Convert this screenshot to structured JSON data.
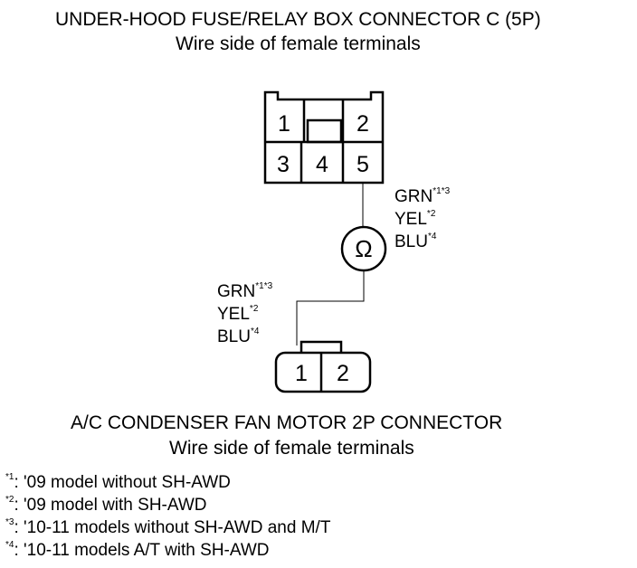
{
  "top_connector": {
    "title": "UNDER-HOOD FUSE/RELAY BOX CONNECTOR C (5P)",
    "subtitle": "Wire side of female terminals",
    "terminals": [
      "1",
      "2",
      "3",
      "4",
      "5"
    ]
  },
  "symbol": "Ω",
  "wire_upper": {
    "lines": [
      {
        "text": "GRN",
        "mark": "*1*3"
      },
      {
        "text": "YEL",
        "mark": "*2"
      },
      {
        "text": "BLU",
        "mark": "*4"
      }
    ]
  },
  "wire_lower": {
    "lines": [
      {
        "text": "GRN",
        "mark": "*1*3"
      },
      {
        "text": "YEL",
        "mark": "*2"
      },
      {
        "text": "BLU",
        "mark": "*4"
      }
    ]
  },
  "bottom_connector": {
    "title": "A/C CONDENSER FAN MOTOR 2P CONNECTOR",
    "subtitle": "Wire side of female terminals",
    "terminals": [
      "1",
      "2"
    ]
  },
  "footnotes": [
    {
      "mark": "*1",
      "text": ": '09 model without SH-AWD"
    },
    {
      "mark": "*2",
      "text": ": '09 model with SH-AWD"
    },
    {
      "mark": "*3",
      "text": ": '10-11 models without SH-AWD and M/T"
    },
    {
      "mark": "*4",
      "text": ": '10-11 models A/T with SH-AWD"
    }
  ]
}
